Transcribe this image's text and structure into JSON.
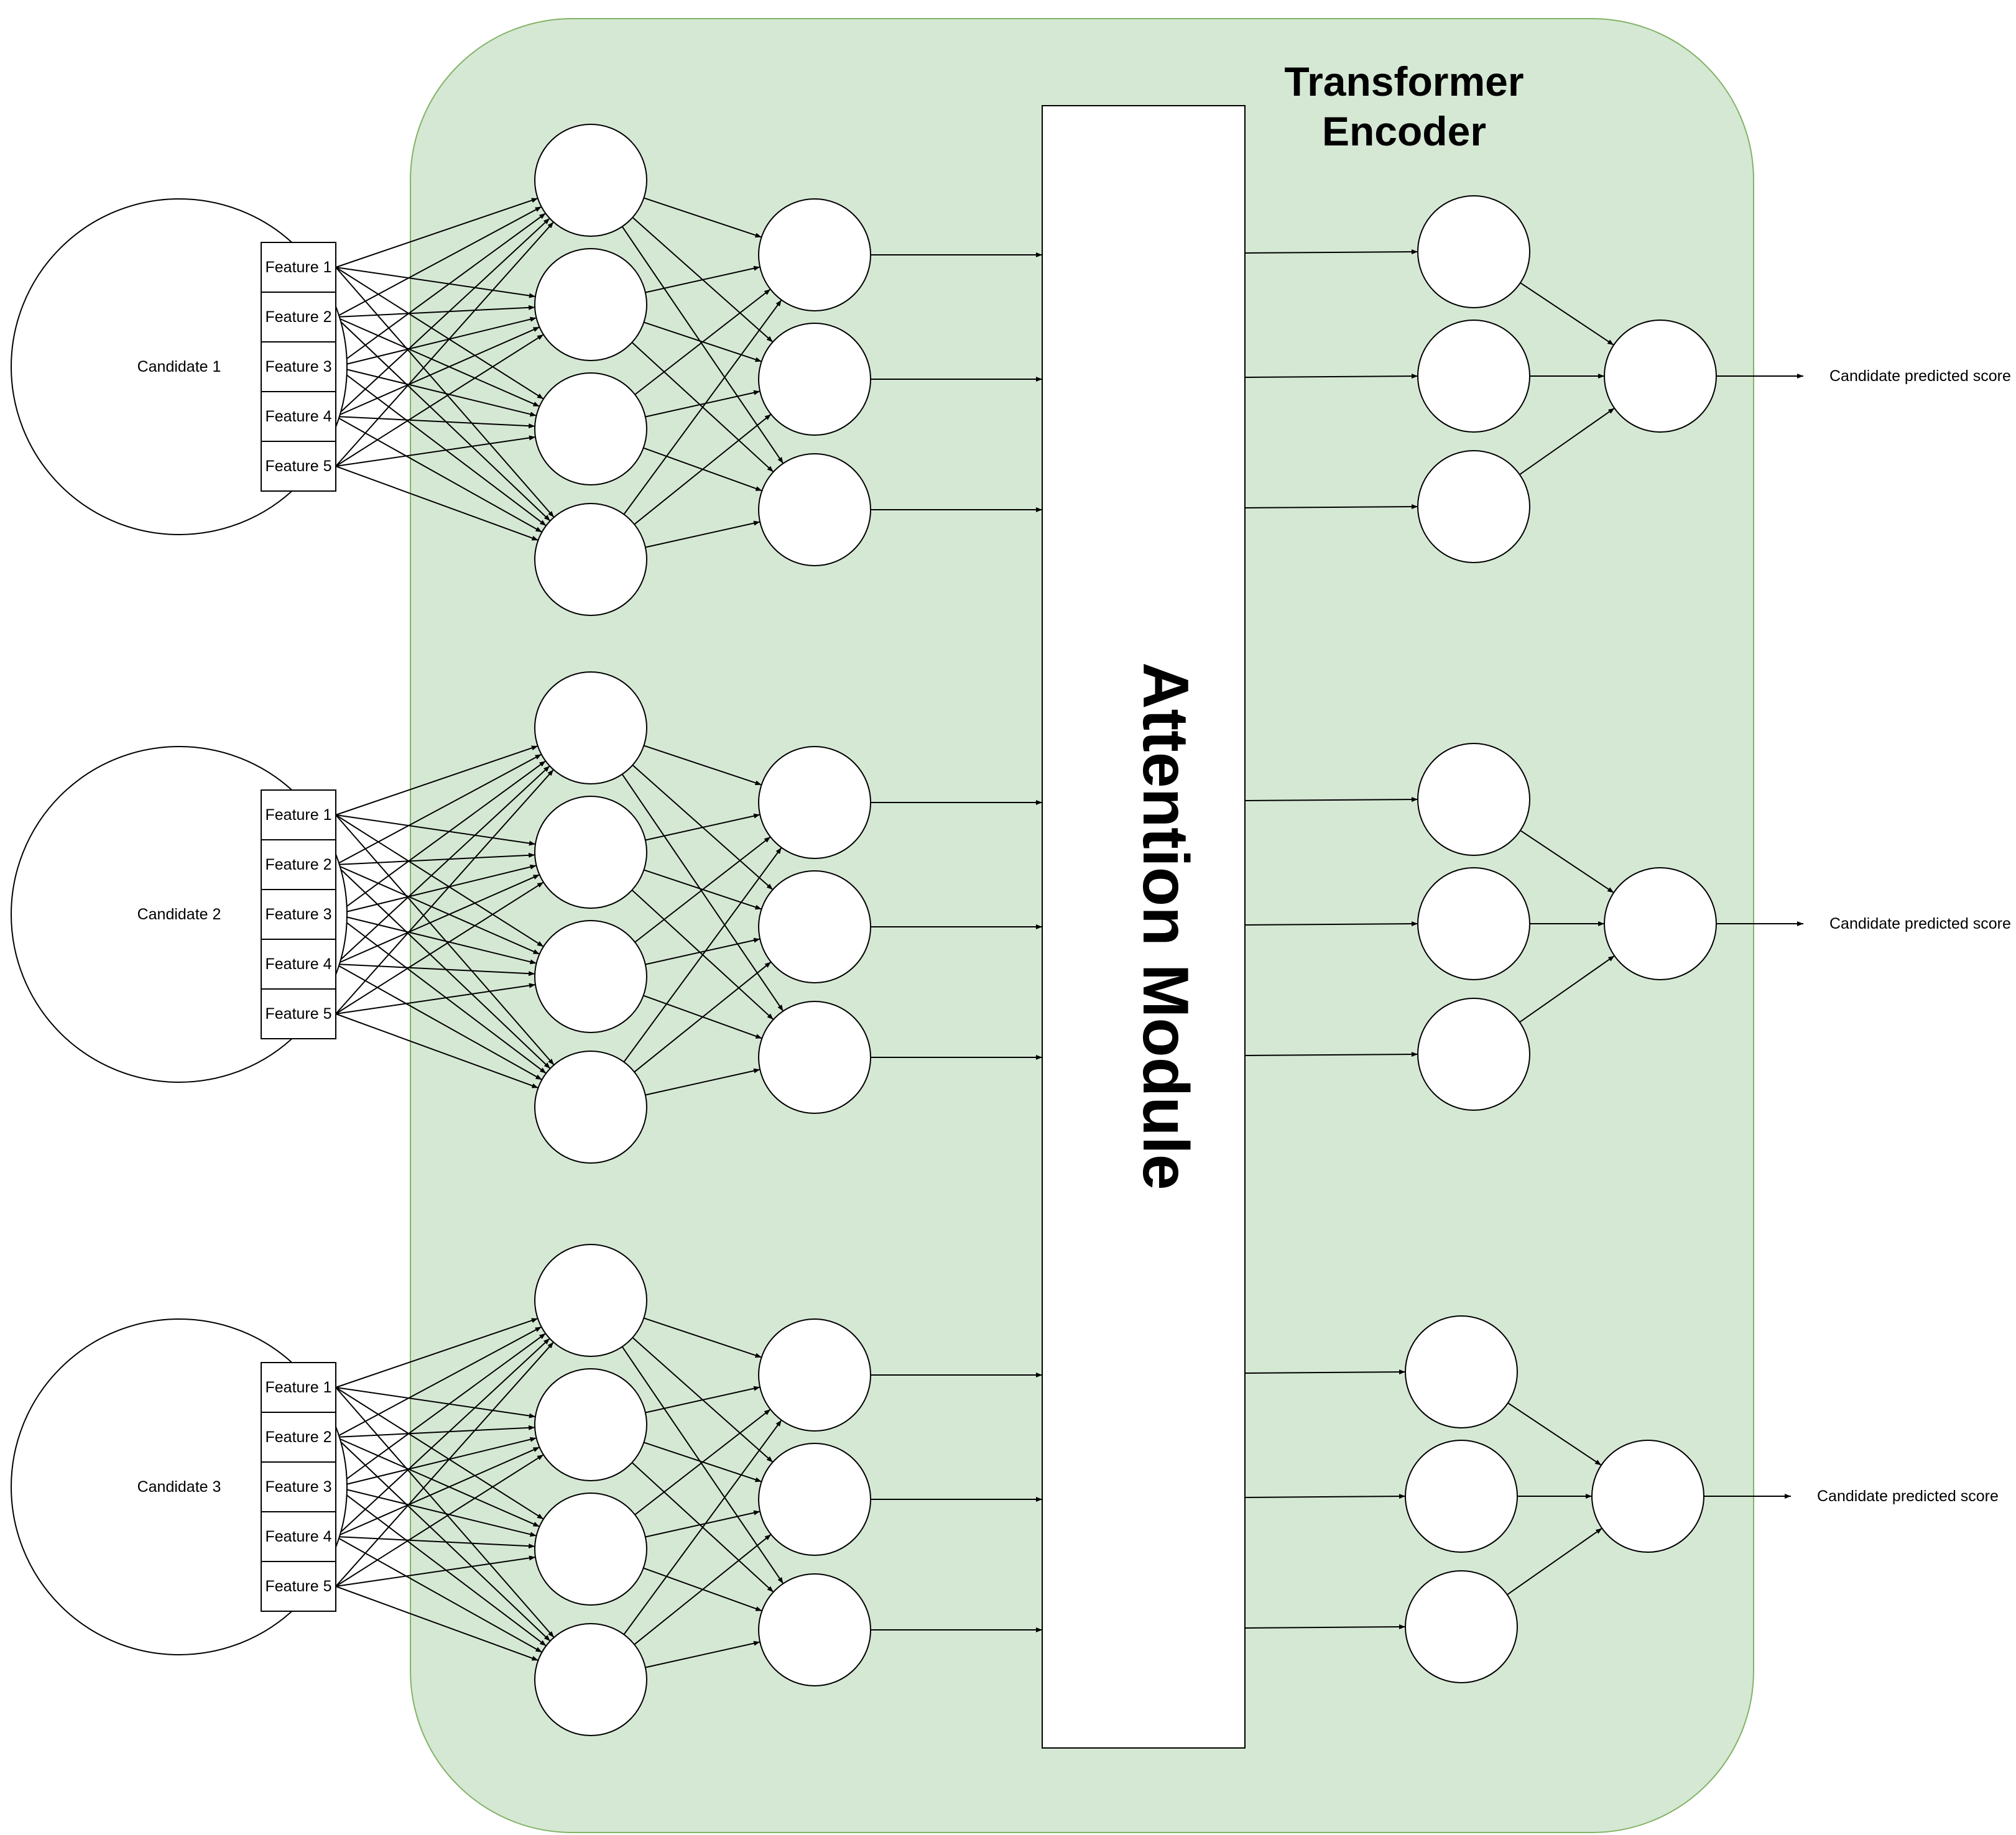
{
  "encoder": {
    "title_line1": "Transformer",
    "title_line2": "Encoder",
    "fill": "#d5e8d4",
    "stroke": "#82b366"
  },
  "attention": {
    "label": "Attention Module"
  },
  "candidates": [
    {
      "label": "Candidate 1",
      "features": [
        "Feature 1",
        "Feature 2",
        "Feature 3",
        "Feature 4",
        "Feature 5"
      ],
      "score_label": "Candidate predicted score"
    },
    {
      "label": "Candidate 2",
      "features": [
        "Feature 1",
        "Feature 2",
        "Feature 3",
        "Feature 4",
        "Feature 5"
      ],
      "score_label": "Candidate predicted score"
    },
    {
      "label": "Candidate 3",
      "features": [
        "Feature 1",
        "Feature 2",
        "Feature 3",
        "Feature 4",
        "Feature 5"
      ],
      "score_label": "Candidate predicted score"
    }
  ]
}
